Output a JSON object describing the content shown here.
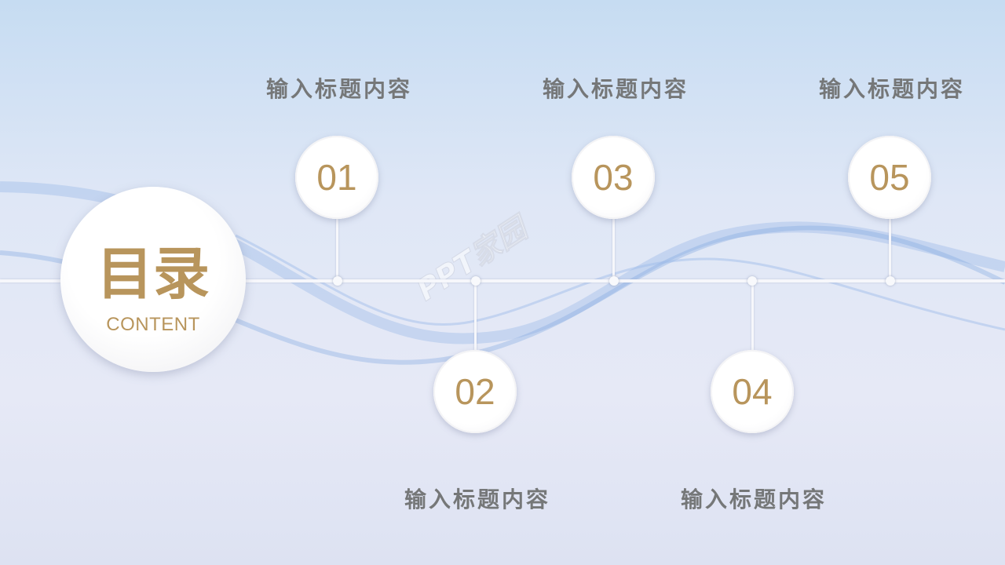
{
  "center": {
    "title": "目录",
    "subtitle": "CONTENT"
  },
  "items": [
    {
      "number": "01",
      "title": "输入标题内容"
    },
    {
      "number": "02",
      "title": "输入标题内容"
    },
    {
      "number": "03",
      "title": "输入标题内容"
    },
    {
      "number": "04",
      "title": "输入标题内容"
    },
    {
      "number": "05",
      "title": "输入标题内容"
    }
  ],
  "watermark": "PPT家园",
  "colors": {
    "accent": "#b8955c",
    "title_text": "#757778",
    "background": "#dfe7f6"
  }
}
